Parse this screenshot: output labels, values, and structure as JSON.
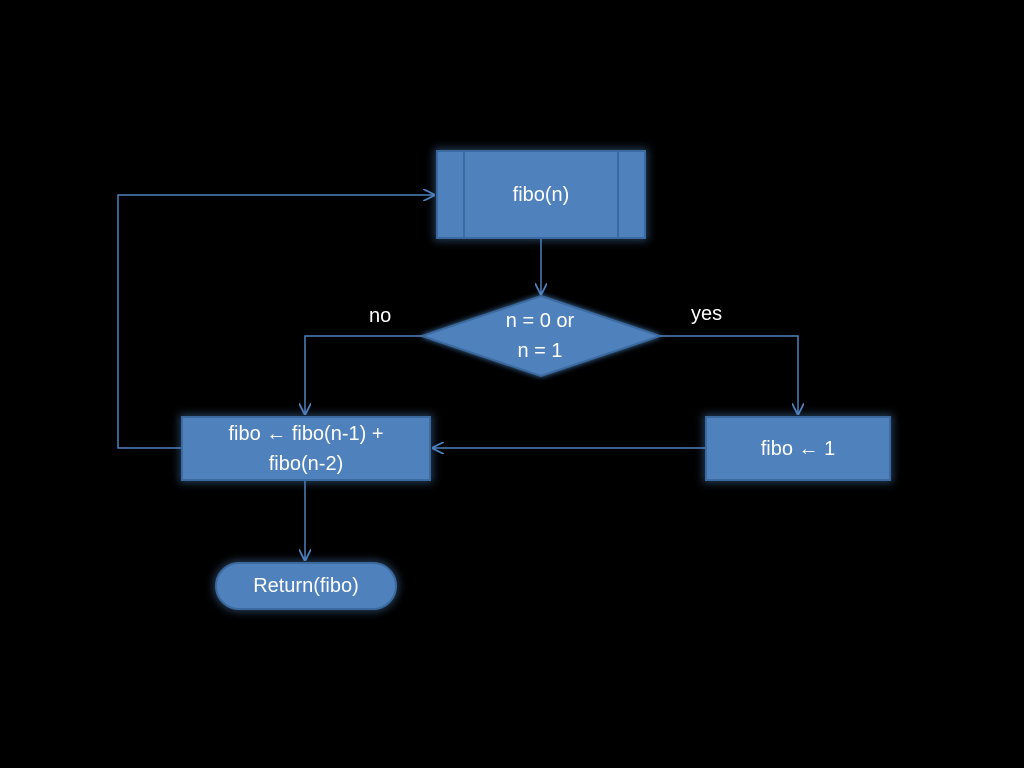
{
  "flowchart": {
    "start": {
      "label": "fibo(n)"
    },
    "decision": {
      "label": "n = 0 or\nn = 1"
    },
    "recurse": {
      "label": "fibo ← fibo(n-1) +\nfibo(n-2)"
    },
    "base": {
      "label": "fibo ← 1"
    },
    "return": {
      "label": "Return(fibo)"
    },
    "branches": {
      "no": "no",
      "yes": "yes"
    }
  },
  "colors": {
    "background": "#000000",
    "fill": "#4f81bd",
    "stroke": "#3a6a9f",
    "connector": "#4f81bd",
    "text": "#ffffff"
  }
}
